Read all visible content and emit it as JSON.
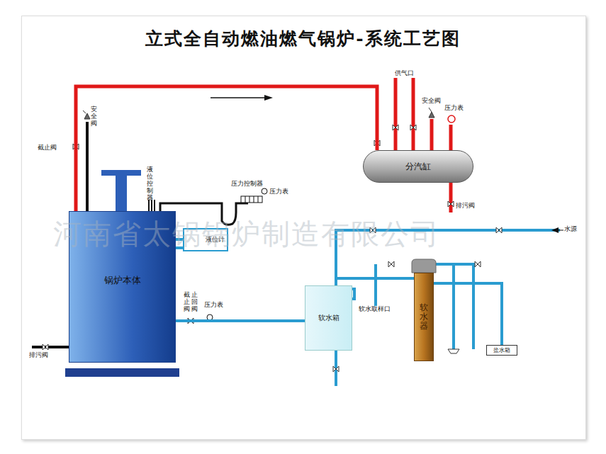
{
  "diagram": {
    "title": "立式全自动燃油燃气锅炉-系统工艺图",
    "nodes": [
      {
        "text": [
          "锅炉本体"
        ]
      },
      {
        "text": [
          "液位计"
        ]
      },
      {
        "text": [
          "分汽缸"
        ]
      },
      {
        "text": [
          "软水箱"
        ]
      },
      {
        "text": [
          "软水器"
        ]
      },
      {
        "text": [
          "盐水箱"
        ]
      }
    ],
    "edges": [
      {
        "from": 0,
        "to": 2,
        "arrow": "none"
      },
      {
        "from": 0,
        "to": 1,
        "arrow": "none"
      },
      {
        "from": 4,
        "to": 3,
        "arrow": "none"
      },
      {
        "from": 3,
        "to": 0,
        "arrow": "none"
      },
      {
        "from": 5,
        "to": 4,
        "arrow": "none"
      }
    ],
    "labels": [
      "安全阀",
      "截止阀",
      "液位控制器",
      "压力控制器",
      "压力表",
      "截止阀",
      "止回阀",
      "压力表",
      "排污阀",
      "供气口",
      "安全阀",
      "压力表",
      "排污阀",
      "水源",
      "软水取样口",
      "河南省太锅锅炉制造有限公司"
    ]
  }
}
